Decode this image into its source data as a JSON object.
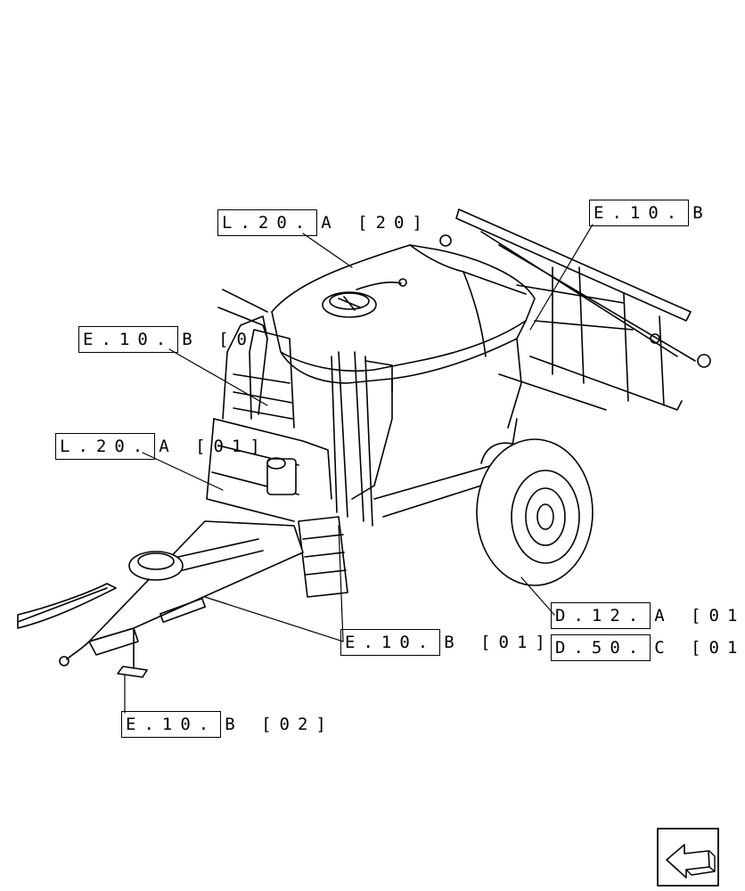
{
  "callouts": [
    {
      "id": "l20a-20",
      "code": "L.20.",
      "suffix": "A [20]"
    },
    {
      "id": "e10b-top",
      "code": "E.10.",
      "suffix": "B"
    },
    {
      "id": "e10b-left",
      "code": "E.10.",
      "suffix": "B [0"
    },
    {
      "id": "l20a-mid",
      "code": "L.20.",
      "suffix": "A [01]"
    },
    {
      "id": "d12a",
      "code": "D.12.",
      "suffix": "A [01"
    },
    {
      "id": "d50c",
      "code": "D.50.",
      "suffix": "C [01"
    },
    {
      "id": "e10b-01",
      "code": "E.10.",
      "suffix": "B [01]"
    },
    {
      "id": "e10b-02",
      "code": "E.10.",
      "suffix": "B [02]"
    }
  ],
  "nav": {
    "icon": "next-page-arrow-icon"
  }
}
